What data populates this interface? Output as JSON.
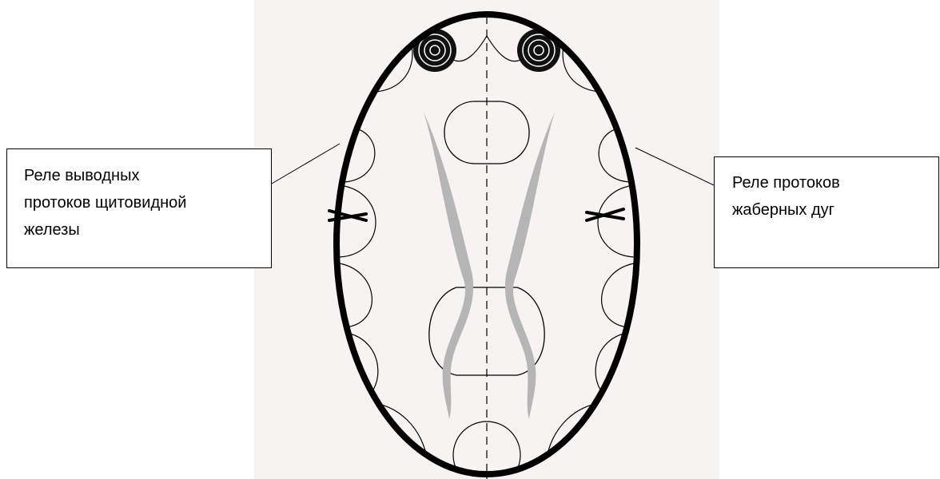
{
  "callouts": {
    "left": {
      "lines": [
        "Реле выводных",
        "протоков щитовидной",
        "железы"
      ]
    },
    "right": {
      "lines": [
        "Реле протоков",
        "жаберных дуг"
      ]
    }
  },
  "colors": {
    "outline": "#000000",
    "canal": "#b5b5b5",
    "page_background": "#f7f3f3",
    "callout_background": "#ffffff"
  }
}
